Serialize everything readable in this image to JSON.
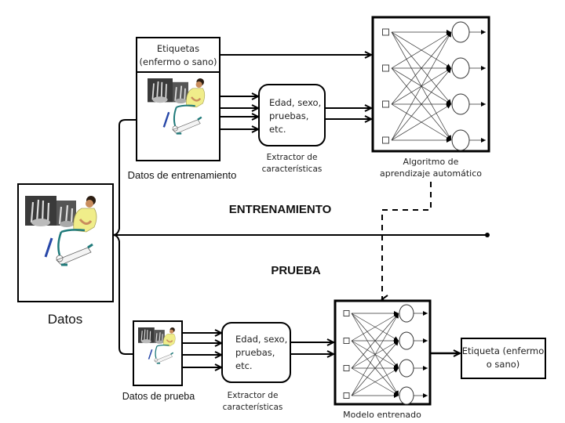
{
  "training": {
    "labels_box": {
      "line1": "Etiquetas",
      "line2": "(enfermo o sano)"
    },
    "data_caption": "Datos de entrenamiento",
    "extractor": {
      "line1": "Edad, sexo,",
      "line2": "pruebas,",
      "line3": "etc."
    },
    "extractor_caption": {
      "line1": "Extractor de",
      "line2": "características"
    },
    "algorithm_caption": {
      "line1": "Algoritmo de",
      "line2": "aprendizaje automático"
    }
  },
  "source": {
    "caption": "Datos"
  },
  "phases": {
    "train": "ENTRENAMIENTO",
    "test": "PRUEBA"
  },
  "testing": {
    "data_caption": "Datos de prueba",
    "extractor": {
      "line1": "Edad, sexo,",
      "line2": "pruebas,",
      "line3": "etc."
    },
    "extractor_caption": {
      "line1": "Extractor de",
      "line2": "características"
    },
    "model_caption": "Modelo entrenado",
    "output_box": {
      "line1": "Etiqueta (enfermo",
      "line2": "o sano)"
    }
  },
  "network": {
    "inputs": 4,
    "outputs": 4
  }
}
